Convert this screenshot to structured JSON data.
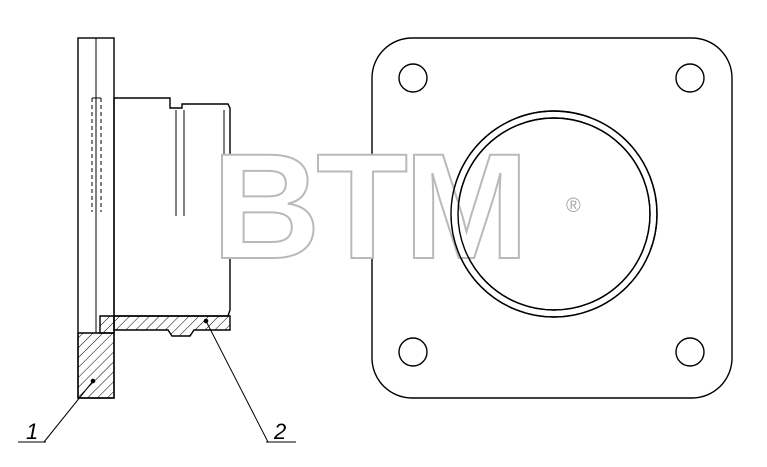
{
  "drawing": {
    "callouts": [
      {
        "id": "1",
        "label": "1"
      },
      {
        "id": "2",
        "label": "2"
      }
    ],
    "watermark": {
      "text": "BTM",
      "registered_mark": "®",
      "color": "#b9b9b9"
    },
    "colors": {
      "line": "#000000",
      "hatch": "#000000",
      "background": "#ffffff"
    }
  }
}
